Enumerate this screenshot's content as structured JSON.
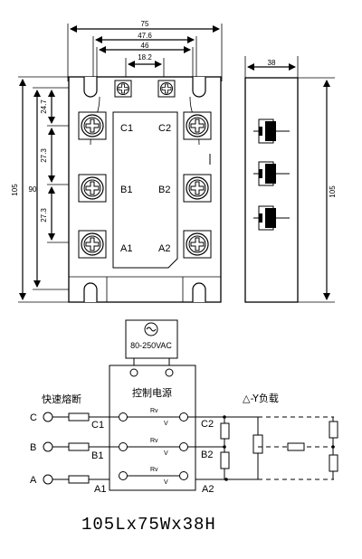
{
  "dimensions": {
    "width_total": "75",
    "width_mount": "47.6",
    "width_inner": "46",
    "width_control": "18.2",
    "height_total": "105",
    "height_mount": "90",
    "pitch_top": "24.7",
    "pitch_1": "27.3",
    "pitch_2": "27.3",
    "side_depth": "38",
    "side_height": "105"
  },
  "terminals": {
    "c1": "C1",
    "c2": "C2",
    "b1": "B1",
    "b2": "B2",
    "a1": "A1",
    "a2": "A2"
  },
  "wiring": {
    "power_supply": "80-250VAC",
    "control_label": "控制电源",
    "fuse_label": "快速熔断",
    "load_label": "△-Y负载",
    "phase_c": "C",
    "phase_b": "B",
    "phase_a": "A",
    "rv": "Rv",
    "v": "V"
  },
  "caption": "105Lx75Wx38H"
}
